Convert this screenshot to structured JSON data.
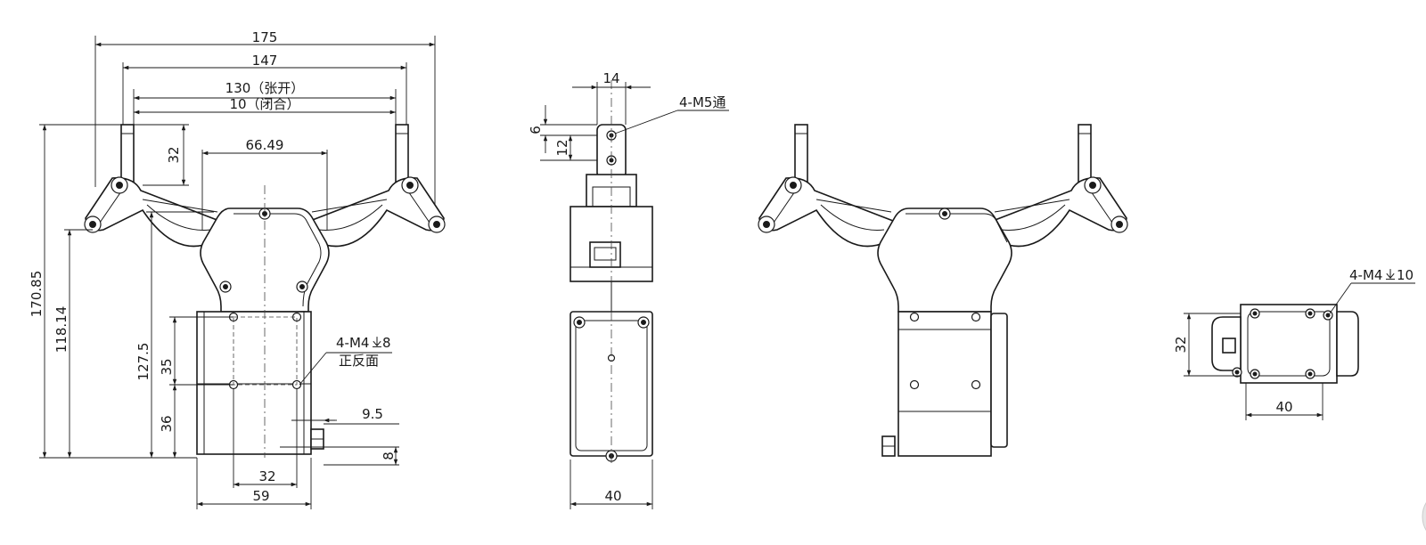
{
  "front_view": {
    "dims": {
      "w175": "175",
      "w147": "147",
      "w130": "130（张开）",
      "w10": "10（闭合）",
      "w66": "66.49",
      "h32": "32",
      "h170": "170.85",
      "h118": "118.14",
      "h127": "127.5",
      "h35": "35",
      "h36": "36",
      "w95": "9.5",
      "h8": "8",
      "w32": "32",
      "w59": "59"
    },
    "hole_note_line1": "4-M4",
    "hole_note_depth": "8",
    "hole_note_line2": "正反面"
  },
  "side_view": {
    "dims": {
      "w14": "14",
      "h6": "6",
      "h12": "12",
      "w40": "40"
    },
    "hole_note": "4-M5通"
  },
  "bottom_view": {
    "dims": {
      "h32": "32",
      "w40": "40"
    },
    "hole_note_prefix": "4-M4",
    "hole_note_depth": "10"
  }
}
